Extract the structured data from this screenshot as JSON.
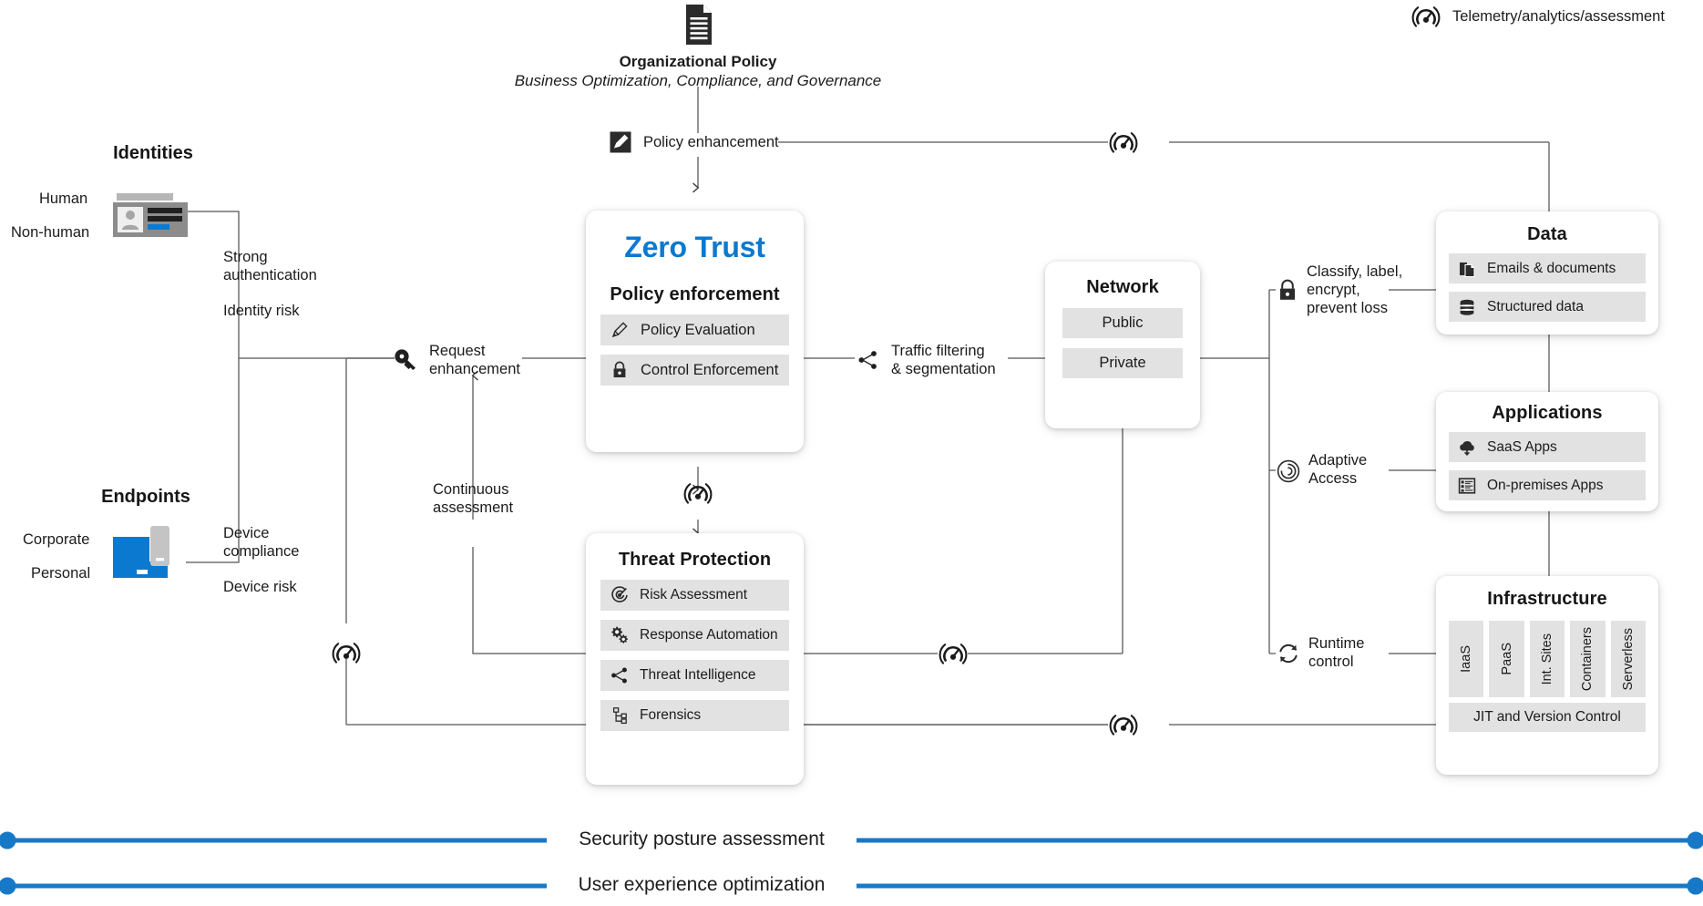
{
  "legend": {
    "icon": "gauge-telemetry-icon",
    "label": "Telemetry/analytics/assessment"
  },
  "policy": {
    "icon": "document-icon",
    "title": "Organizational Policy",
    "subtitle": "Business Optimization, Compliance, and Governance",
    "enhancement_icon": "edit-pencil-icon",
    "enhancement_label": "Policy enhancement"
  },
  "identities": {
    "heading": "Identities",
    "types": [
      "Human",
      "Non-human"
    ],
    "icon": "identity-card-icon",
    "signals": [
      "Strong\nauthentication",
      "Identity risk"
    ],
    "signal_1": "Strong",
    "signal_1b": "authentication",
    "signal_2": "Identity risk"
  },
  "endpoints": {
    "heading": "Endpoints",
    "types": [
      "Corporate",
      "Personal"
    ],
    "icon": "laptop-phone-icon",
    "signal_1": "Device",
    "signal_1b": "compliance",
    "signal_2": "Device risk"
  },
  "request": {
    "icon": "key-icon",
    "line1": "Request",
    "line2": "enhancement"
  },
  "continuous": {
    "line1": "Continuous",
    "line2": "assessment"
  },
  "zero_trust": {
    "brand": "Zero Trust",
    "subtitle": "Policy enforcement",
    "rows": [
      {
        "icon": "pencil-icon",
        "label": "Policy Evaluation"
      },
      {
        "icon": "lock-icon",
        "label": "Control Enforcement"
      }
    ]
  },
  "threat_protection": {
    "title": "Threat Protection",
    "rows": [
      {
        "icon": "target-icon",
        "label": "Risk Assessment"
      },
      {
        "icon": "gears-icon",
        "label": "Response Automation"
      },
      {
        "icon": "share-nodes-icon",
        "label": "Threat Intelligence"
      },
      {
        "icon": "sitemap-icon",
        "label": "Forensics"
      }
    ]
  },
  "traffic": {
    "icon": "share-nodes-icon",
    "line1": "Traffic filtering",
    "line2": "& segmentation"
  },
  "network": {
    "title": "Network",
    "rows": [
      {
        "label": "Public"
      },
      {
        "label": "Private"
      }
    ]
  },
  "data_controls": {
    "icon": "lock-icon",
    "line1": "Classify, label,",
    "line2": "encrypt,",
    "line3": "prevent loss"
  },
  "access_controls": {
    "icon": "fingerprint-icon",
    "line1": "Adaptive",
    "line2": "Access"
  },
  "runtime_controls": {
    "icon": "refresh-icon",
    "line1": "Runtime",
    "line2": "control"
  },
  "data": {
    "title": "Data",
    "rows": [
      {
        "icon": "documents-icon",
        "label": "Emails & documents"
      },
      {
        "icon": "database-icon",
        "label": "Structured data"
      }
    ]
  },
  "applications": {
    "title": "Applications",
    "rows": [
      {
        "icon": "cloud-download-icon",
        "label": "SaaS Apps"
      },
      {
        "icon": "server-rack-icon",
        "label": "On-premises Apps"
      }
    ]
  },
  "infrastructure": {
    "title": "Infrastructure",
    "columns": [
      "IaaS",
      "PaaS",
      "Int. Sites",
      "Containers",
      "Serverless"
    ],
    "footer": "JIT and Version Control"
  },
  "bottom_bars": [
    {
      "label": "Security posture assessment"
    },
    {
      "label": "User experience optimization"
    }
  ],
  "colors": {
    "accent_blue": "#0b79d0",
    "bar_blue": "#1878c8",
    "row_gray": "#e2e2e2",
    "wire_gray": "#595959",
    "text": "#1b1b1b"
  }
}
